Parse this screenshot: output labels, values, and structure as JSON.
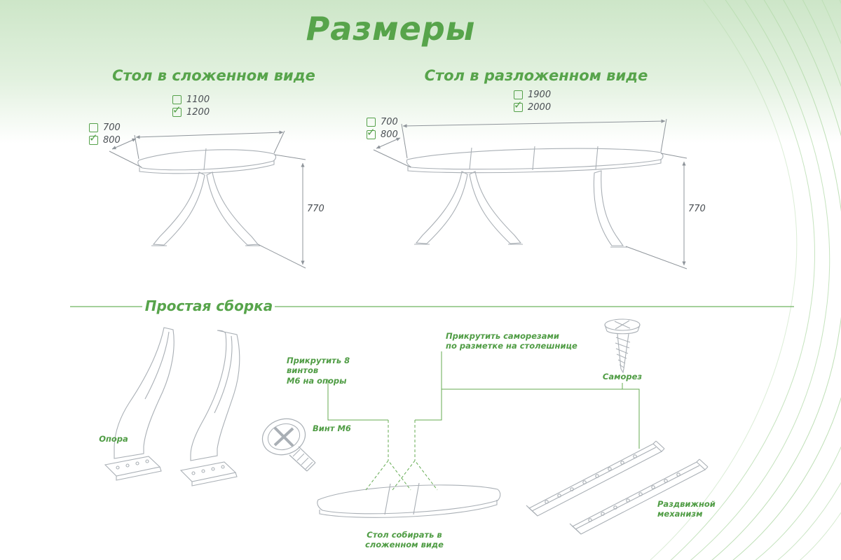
{
  "page": {
    "title": "Размеры"
  },
  "folded": {
    "heading": "Стол в сложенном виде",
    "length_options": [
      {
        "value": "1100",
        "checked": false
      },
      {
        "value": "1200",
        "checked": true
      }
    ],
    "depth_options": [
      {
        "value": "700",
        "checked": false
      },
      {
        "value": "800",
        "checked": true
      }
    ],
    "height": "770"
  },
  "unfolded": {
    "heading": "Стол в разложенном виде",
    "length_options": [
      {
        "value": "1900",
        "checked": false
      },
      {
        "value": "2000",
        "checked": true
      }
    ],
    "depth_options": [
      {
        "value": "700",
        "checked": false
      },
      {
        "value": "800",
        "checked": true
      }
    ],
    "height": "770"
  },
  "assembly": {
    "heading": "Простая сборка",
    "support_label": "Опора",
    "screw_m6_label": "Винт М6",
    "attach_screws_note": "Прикрутить 8 винтов\nМ6 на опоры",
    "tapping_note": "Прикрутить саморезами\nпо разметке на столешнице",
    "tapping_screw_label": "Саморез",
    "assemble_note": "Стол собирать в\nсложенном виде",
    "mechanism_label": "Раздвижной\nмеханизм"
  },
  "colors": {
    "accent_green": "#55a14a",
    "line_grey": "#a9afb5",
    "dim_grey": "#8f959b"
  }
}
